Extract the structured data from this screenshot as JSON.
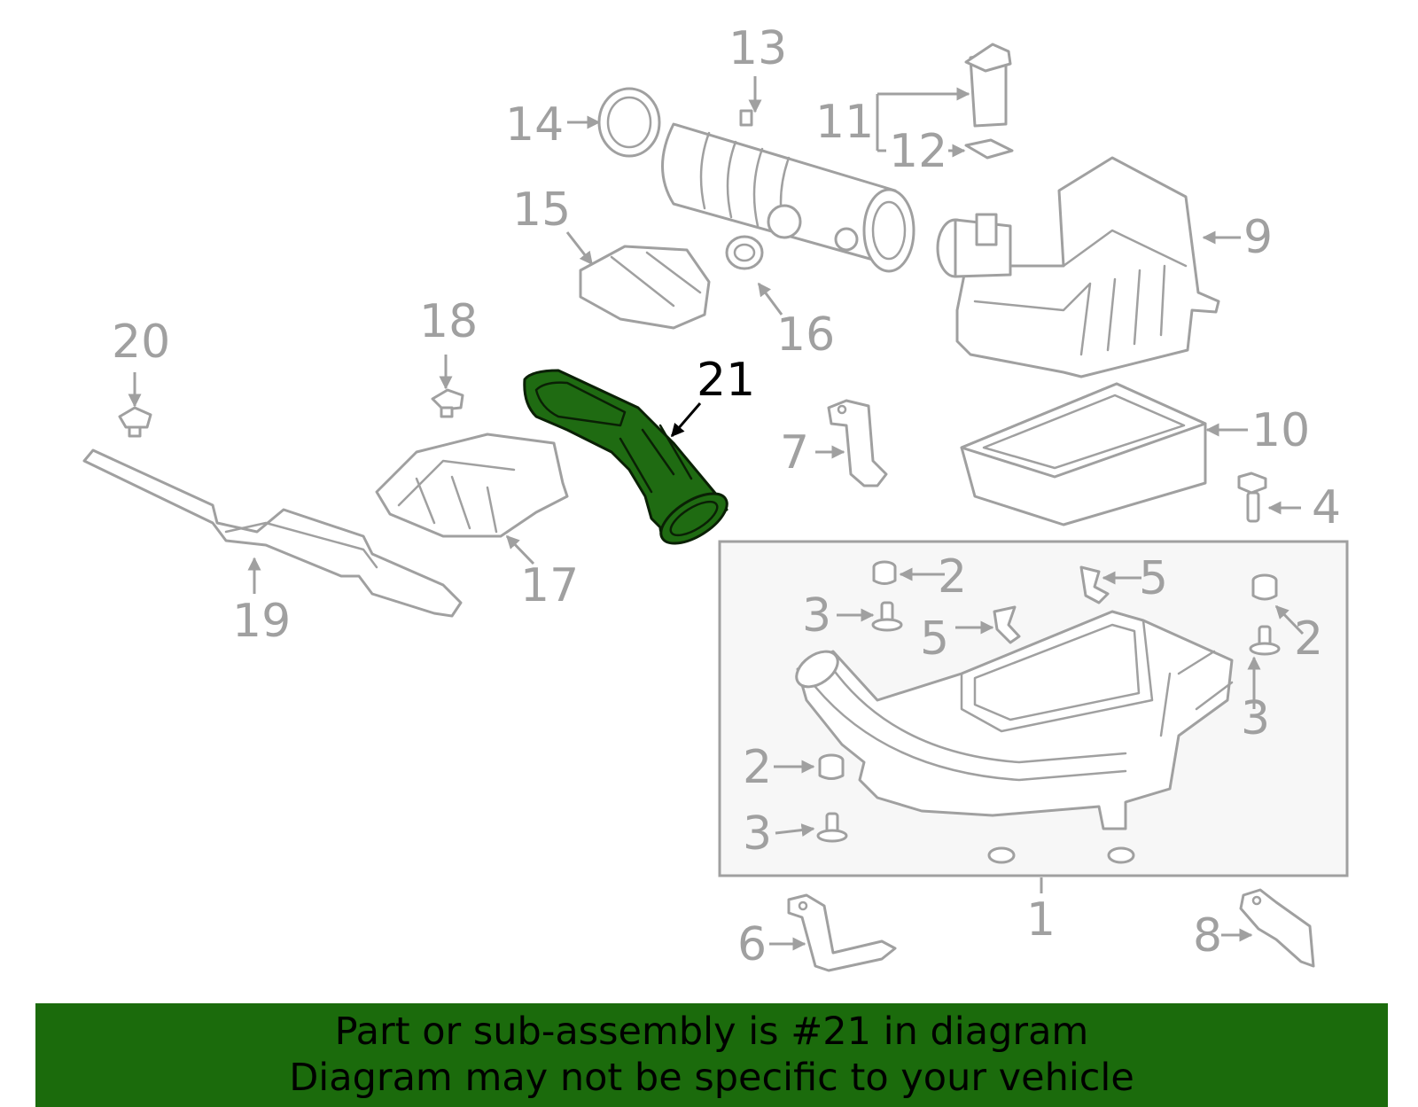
{
  "colors": {
    "highlight_fill": "#1f6b12",
    "banner_background": "#1b6b0c",
    "line_gray": "#a0a0a0"
  },
  "callouts": {
    "c1": "1",
    "c2a": "2",
    "c2b": "2",
    "c2c": "2",
    "c3a": "3",
    "c3b": "3",
    "c3c": "3",
    "c4": "4",
    "c5a": "5",
    "c5b": "5",
    "c6": "6",
    "c7": "7",
    "c8": "8",
    "c9": "9",
    "c10": "10",
    "c11": "11",
    "c12": "12",
    "c13": "13",
    "c14": "14",
    "c15": "15",
    "c16": "16",
    "c17": "17",
    "c18": "18",
    "c19": "19",
    "c20": "20",
    "c21": "21"
  },
  "highlighted_part": "21",
  "banner": {
    "line1": "Part or sub-assembly is #21 in diagram",
    "line2": "Diagram may not be specific to your vehicle"
  }
}
